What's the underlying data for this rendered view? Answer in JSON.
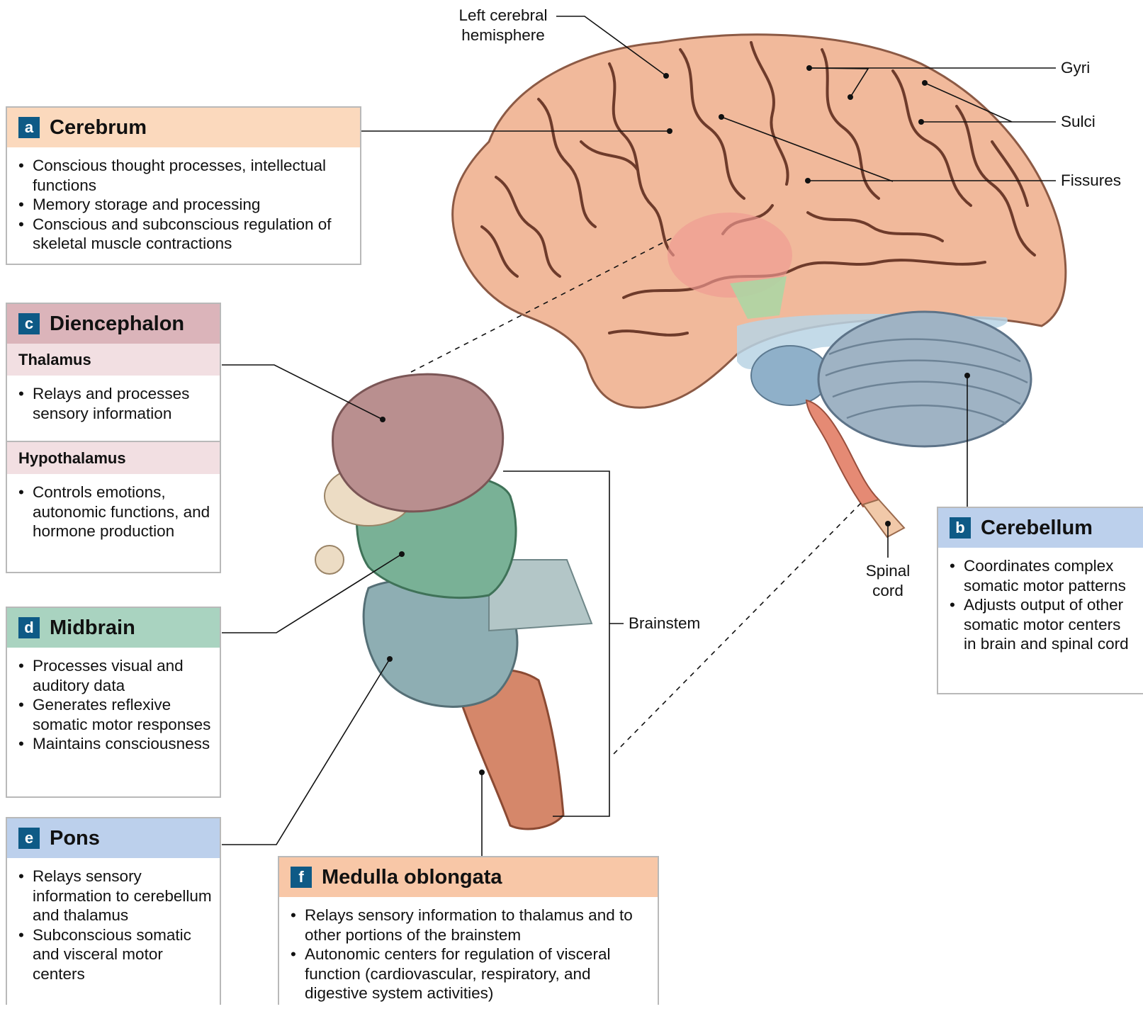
{
  "colors": {
    "letter_badge": "#0e5a86",
    "cerebrum_head": "#fbd9bd",
    "cerebellum_head": "#bcd0ec",
    "diencephalon_head": "#dbb4ba",
    "diencephalon_sub": "#f2dfe2",
    "midbrain_head": "#a9d3c0",
    "pons_head": "#bcd0ec",
    "medulla_head": "#f8c7a7",
    "brain_surface": "#f1b99b",
    "cerebellum_tissue": "#9fb3c4",
    "thalamus_tissue": "#b78f8e"
  },
  "labels": {
    "left_hemisphere_1": "Left cerebral",
    "left_hemisphere_2": "hemisphere",
    "gyri": "Gyri",
    "sulci": "Sulci",
    "fissures": "Fissures",
    "spinal_cord_1": "Spinal",
    "spinal_cord_2": "cord",
    "brainstem": "Brainstem"
  },
  "boxes": {
    "cerebrum": {
      "letter": "a",
      "title": "Cerebrum",
      "items": [
        "Conscious thought processes, intellectual functions",
        "Memory storage and processing",
        "Conscious and subconscious regulation of skeletal muscle contractions"
      ]
    },
    "cerebellum": {
      "letter": "b",
      "title": "Cerebellum",
      "items": [
        "Coordinates complex somatic motor patterns",
        "Adjusts output of other somatic motor centers in brain and spinal cord"
      ]
    },
    "diencephalon": {
      "letter": "c",
      "title": "Diencephalon",
      "thalamus": {
        "title": "Thalamus",
        "items": [
          "Relays and processes sensory information"
        ]
      },
      "hypothalamus": {
        "title": "Hypothalamus",
        "items": [
          "Controls emotions, autonomic functions, and hormone production"
        ]
      }
    },
    "midbrain": {
      "letter": "d",
      "title": "Midbrain",
      "items": [
        "Processes visual and auditory data",
        "Generates reflexive somatic motor responses",
        "Maintains consciousness"
      ]
    },
    "pons": {
      "letter": "e",
      "title": "Pons",
      "items": [
        "Relays sensory information to cerebellum and thalamus",
        "Subconscious somatic and visceral motor centers"
      ]
    },
    "medulla": {
      "letter": "f",
      "title": "Medulla oblongata",
      "items": [
        "Relays sensory information to thalamus and to other portions of the brainstem",
        "Autonomic centers for regulation of visceral function (cardiovascular, respiratory, and digestive system activities)"
      ]
    }
  }
}
